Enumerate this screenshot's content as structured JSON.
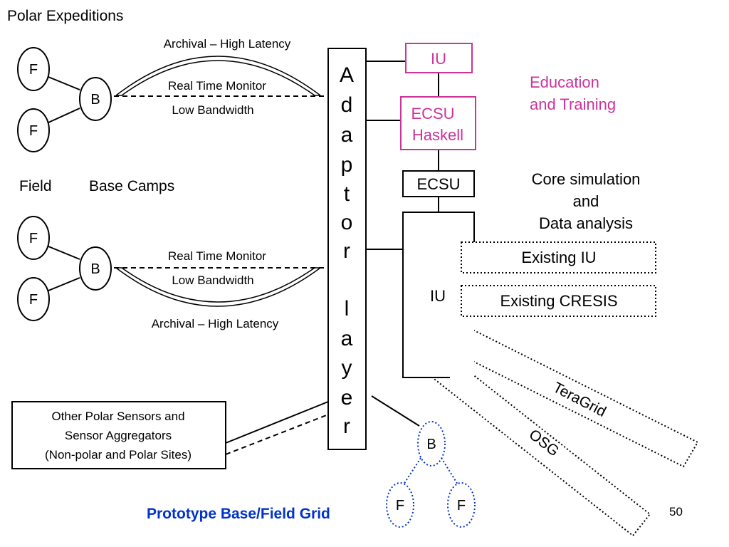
{
  "title": "Polar Expeditions",
  "colors": {
    "magenta": "#cc3399",
    "blue": "#0033cc",
    "black": "#000000"
  },
  "top_group": {
    "field_nodes": [
      "F",
      "F"
    ],
    "base_node": "B",
    "archival_label": "Archival – High Latency",
    "realtime_label": "Real Time Monitor",
    "bandwidth_label": "Low Bandwidth"
  },
  "legend": {
    "field": "Field",
    "base": "Base Camps"
  },
  "bottom_group": {
    "field_nodes": [
      "F",
      "F"
    ],
    "base_node": "B",
    "realtime_label": "Real Time Monitor",
    "bandwidth_label": "Low Bandwidth",
    "archival_label": "Archival – High Latency"
  },
  "adaptor_letters": [
    "A",
    "d",
    "a",
    "p",
    "t",
    "o",
    "r",
    "l",
    "a",
    "y",
    "e",
    "r"
  ],
  "iu_top": "IU",
  "ecsu_haskell": [
    "ECSU",
    "Haskell"
  ],
  "ecsu": "ECSU",
  "education": [
    "Education",
    "and Training"
  ],
  "core": [
    "Core simulation",
    "and",
    "Data analysis"
  ],
  "iu_cluster": {
    "label": "IU",
    "existing_iu": "Existing IU",
    "existing_cresis": "Existing CRESIS"
  },
  "teragrid": "TeraGrid",
  "osg": "OSG",
  "sensors": [
    "Other Polar Sensors and",
    "Sensor Aggregators",
    "(Non-polar and Polar Sites)"
  ],
  "proto_grid": {
    "base_node": "B",
    "field_nodes": [
      "F",
      "F"
    ]
  },
  "proto_label": "Prototype Base/Field Grid",
  "page_number": "50"
}
